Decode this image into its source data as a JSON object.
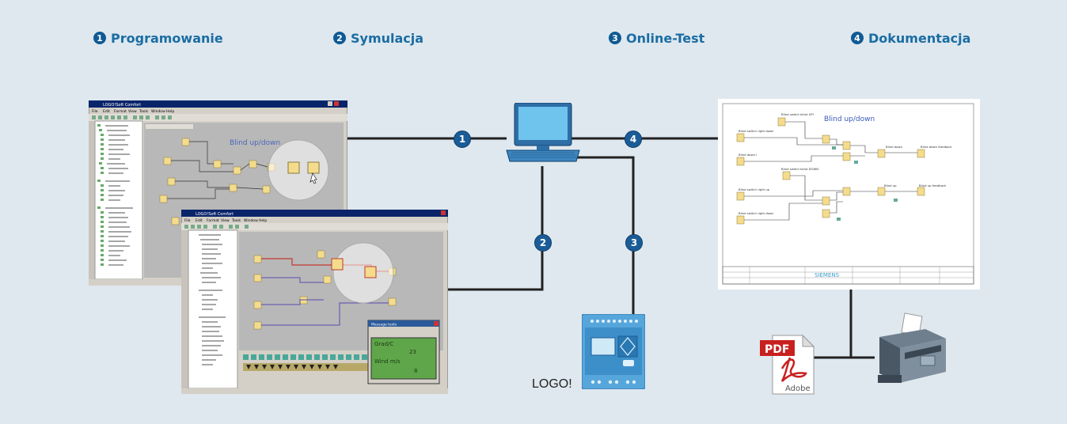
{
  "colors": {
    "background": "#dfe8ee",
    "accent_title": "#1a6da4",
    "badge": "#1a5c97",
    "line": "#222222",
    "device_blue": "#5aa7da"
  },
  "steps": [
    {
      "number": "1",
      "label": "Programowanie"
    },
    {
      "number": "2",
      "label": "Symulacja"
    },
    {
      "number": "3",
      "label": "Online-Test"
    },
    {
      "number": "4",
      "label": "Dokumentacja"
    }
  ],
  "connectors": {
    "b1": "1",
    "b2": "2",
    "b3": "3",
    "b4": "4"
  },
  "screen1": {
    "title": "LOGO!Soft Comfort",
    "menu": [
      "File",
      "Edit",
      "Format",
      "View",
      "Tools",
      "Window",
      "Help"
    ],
    "diagram_title": "Blind up/down"
  },
  "screen2": {
    "title": "LOGO!Soft Comfort",
    "menu": [
      "File",
      "Edit",
      "Format",
      "View",
      "Tools",
      "Window",
      "Help"
    ],
    "dialog_title": "Message texts",
    "lcd_lines": [
      "Grad/C",
      "23",
      "Wind m/s",
      "8"
    ]
  },
  "document": {
    "title": "Blind up/down",
    "labels": [
      "Blind switch blind UP!",
      "Blind switch right down",
      "Blind down I",
      "Blind down",
      "Blind down feedback",
      "Blind switch blind DOWN",
      "Blind switch right up",
      "Blind up",
      "Blind up feedback"
    ],
    "footer_brand": "SIEMENS"
  },
  "device_label": "LOGO!",
  "pdf": {
    "label": "PDF",
    "brand": "Adobe"
  }
}
